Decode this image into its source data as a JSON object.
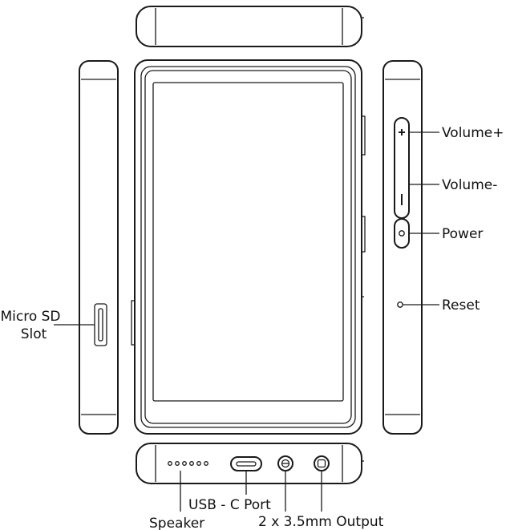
{
  "labels": {
    "volume_up": "Volume+",
    "volume_down": "Volume-",
    "power": "Power",
    "reset": "Reset",
    "micro_sd_line1": "Micro SD",
    "micro_sd_line2": "Slot",
    "usb_c": "USB - C Port",
    "output": "2 x 3.5mm Output",
    "speaker": "Speaker"
  },
  "colors": {
    "stroke": "#1a1a1a",
    "background": "#ffffff"
  }
}
